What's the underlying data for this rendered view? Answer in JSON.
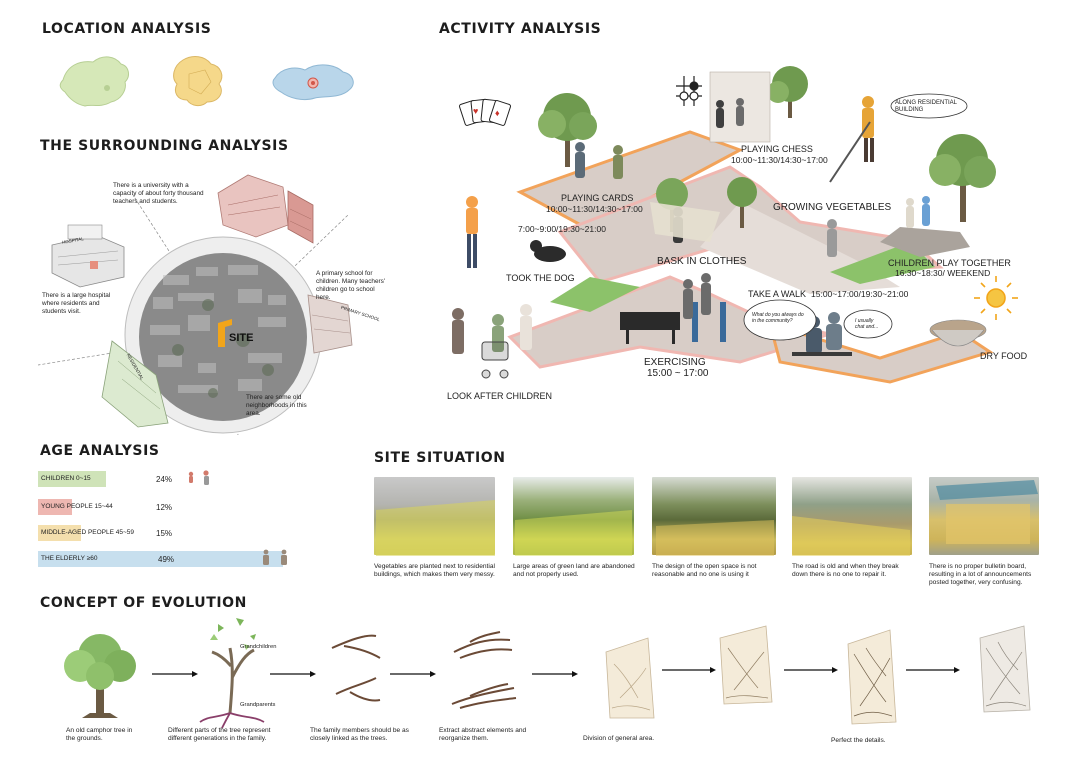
{
  "sections": {
    "location": "LOCATION ANALYSIS",
    "surrounding": "THE SURROUNDING ANALYSIS",
    "activity": "ACTIVITY ANALYSIS",
    "age": "AGE ANALYSIS",
    "site": "SITE SITUATION",
    "concept": "CONCEPT OF EVOLUTION"
  },
  "surrounding": {
    "site_label": "SITE",
    "notes": [
      "There is a university with a capacity of about forty thousand teachers and students.",
      "There is a large hospital where residents and students visit.",
      "A primary school for children. Many teachers' children go to school here.",
      "There are some old neighborhoods in this area."
    ],
    "signs": [
      "HOSPITAL",
      "PRIMARY SCHOOL",
      "RESIDENTIAL"
    ]
  },
  "activity": {
    "labels": [
      {
        "key": "cards",
        "title": "PLAYING CARDS",
        "time": "10:00~11:30/14:30~17:00"
      },
      {
        "key": "chess",
        "title": "PLAYING CHESS",
        "time": "10:00~11:30/14:30~17:00"
      },
      {
        "key": "veg",
        "title": "GROWING VEGETABLES",
        "time": ""
      },
      {
        "key": "dog",
        "title": "TOOK THE DOG",
        "time": "7:00~9:00/19:30~21:00"
      },
      {
        "key": "bask",
        "title": "BASK IN CLOTHES",
        "time": ""
      },
      {
        "key": "children",
        "title": "CHILDREN PLAY TOGETHER",
        "time": "16:30~18:30/ WEEKEND"
      },
      {
        "key": "walk",
        "title": "TAKE A WALK",
        "time": "15:00~17:00/19:30~21:00"
      },
      {
        "key": "exercise",
        "title": "EXERCISING",
        "time": "15:00 ~ 17:00"
      },
      {
        "key": "look",
        "title": "LOOK AFTER CHILDREN",
        "time": ""
      },
      {
        "key": "dry",
        "title": "DRY FOOD",
        "time": ""
      }
    ],
    "bubbles": [
      "ALONG RESIDENTIAL BUILDING",
      "What do you always do in the community?",
      "I usually chat and..."
    ]
  },
  "age": {
    "rows": [
      {
        "label": "CHILDREN  0~15",
        "pct": "24%",
        "value": 24,
        "color": "#cfe3b8"
      },
      {
        "label": "YOUNG PEOPLE  15~44",
        "pct": "12%",
        "value": 12,
        "color": "#eeb7b1"
      },
      {
        "label": "MIDDLE-AGED PEOPLE  45~59",
        "pct": "15%",
        "value": 15,
        "color": "#f4dfad"
      },
      {
        "label": "THE ELDERLY  ≥60",
        "pct": "49%",
        "value": 49,
        "color": "#c7dfee"
      }
    ]
  },
  "site": {
    "captions": [
      "Vegetables are planted next to residential buildings, which makes them very messy.",
      "Large areas of green land are abandoned and not properly used.",
      "The design of the open space is not reasonable and no one is using it",
      "The road is old and when they break down there is no one to repair it.",
      "There is no proper bulletin board, resulting in a lot of announcements posted together, very confusing."
    ]
  },
  "concept": {
    "tree_labels": [
      "Grandchildren",
      "Grandparents"
    ],
    "captions": [
      "An old camphor tree in the grounds.",
      "Different parts of the tree represent different generations in the family.",
      "The family members should be as closely linked as the trees.",
      "Extract abstract elements and reorganize them.",
      "Division of general area.",
      "Perfect the details."
    ]
  },
  "colors": {
    "path_pink": "#f0b7b1",
    "path_orange": "#f2a35a",
    "path_grey": "#d2cac4",
    "green": "#8cc26a",
    "site_orange": "#f2a51a"
  }
}
